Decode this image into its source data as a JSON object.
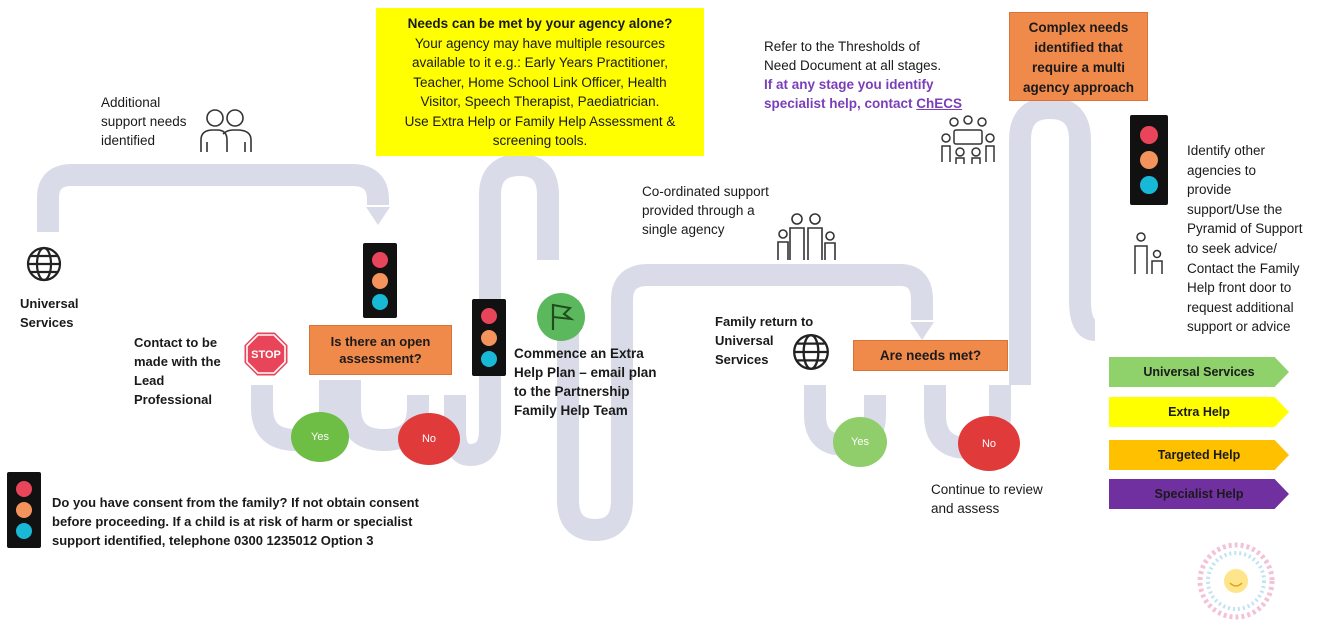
{
  "left": {
    "additional_support": [
      "Additional",
      "support needs",
      "identified"
    ],
    "universal_services": [
      "Universal",
      "Services"
    ],
    "contact_lead": [
      "Contact to be",
      "made with the",
      "Lead",
      "Professional"
    ],
    "stop_sign": "STOP",
    "open_assessment": [
      "Is there an open",
      "assessment?"
    ],
    "yes": "Yes",
    "no": "No",
    "consent_lines": [
      "Do you have consent from the family?  If not obtain consent",
      "before proceeding.  If a child is at risk of harm or specialist",
      "support identified, telephone 0300 1235012 Option 3"
    ]
  },
  "middle": {
    "needs_title": "Needs can be met by your agency alone?",
    "needs_lines": [
      "Your agency may have multiple resources",
      "available to it e.g.: Early Years Practitioner,",
      "Teacher, Home School Link Officer, Health",
      "Visitor, Speech Therapist, Paediatrician.",
      "Use Extra Help or Family Help Assessment &",
      "screening tools."
    ],
    "commence_plan": [
      "Commence an Extra",
      "Help Plan – email plan",
      "to the Partnership",
      "Family Help Team"
    ],
    "coordinated": [
      "Co-ordinated support",
      "provided through a",
      "single agency"
    ]
  },
  "right": {
    "thresholds": [
      "Refer to the Thresholds of",
      "Need Document at all stages."
    ],
    "specialist_prefix": "If at any stage you identify",
    "specialist_line2": "specialist help, contact ",
    "specialist_link": "ChECS",
    "complex_needs": [
      "Complex needs",
      "identified that",
      "require a multi",
      "agency approach"
    ],
    "family_return": [
      "Family return to",
      "Universal",
      "Services"
    ],
    "needs_met": "Are needs met?",
    "yes": "Yes",
    "no": "No",
    "continue_review": [
      "Continue to review",
      "and assess"
    ],
    "identify_agencies": [
      "Identify other",
      "agencies to",
      "provide",
      "support/Use the",
      "Pyramid of Support",
      "to seek advice/",
      "Contact the Family",
      "Help front door to",
      "request additional",
      "support or advice"
    ]
  },
  "legend": [
    {
      "label": "Universal Services",
      "color": "#8fd16a"
    },
    {
      "label": "Extra Help",
      "color": "#ffff00"
    },
    {
      "label": "Targeted Help",
      "color": "#ffc000"
    },
    {
      "label": "Specialist Help",
      "color": "#7030a0"
    }
  ],
  "colors": {
    "path": "#d9dce8",
    "yes_green": "#6ebd45",
    "no_red": "#e03a3a",
    "orange_box": "#f08a4b",
    "flag_green": "#5cb85c"
  },
  "icons": [
    "globe-icon",
    "people-icon",
    "stop-sign-icon",
    "traffic-light-icon",
    "flag-icon",
    "family-icon",
    "group-meeting-icon",
    "parent-child-icon",
    "safeguarding-logo-icon"
  ]
}
